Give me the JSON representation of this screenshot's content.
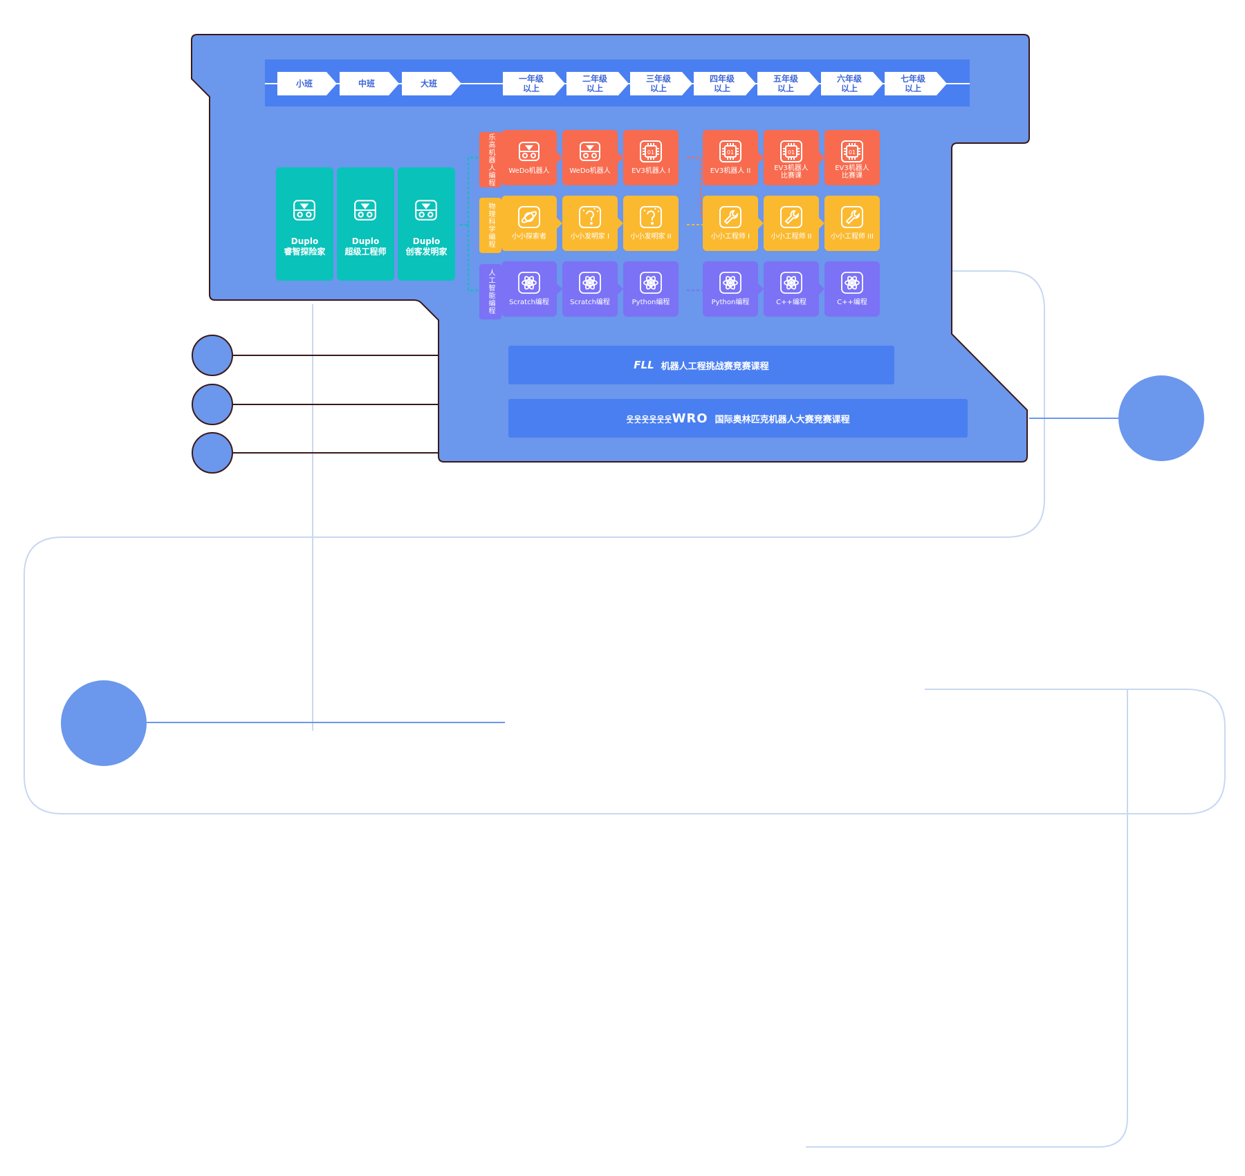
{
  "colors": {
    "panel": "#6b97ec",
    "panel_border": "#3a1818",
    "header_bar": "#4a7ff2",
    "duplo": "#09c2b9",
    "lego_row": "#f86b4f",
    "science_row": "#fbb92f",
    "ai_row": "#7b72f6",
    "circle": "#6b97ec",
    "thin_line": "#c8d8f2"
  },
  "grades": [
    "小班",
    "中班",
    "大班",
    "一年级\n以上",
    "二年级\n以上",
    "三年级\n以上",
    "四年级\n以上",
    "五年级\n以上",
    "六年级\n以上",
    "七年级\n以上"
  ],
  "row_labels": [
    "乐高机器人编程",
    "物理科学编程",
    "人工智能编程"
  ],
  "duplo_courses": [
    {
      "label": "Duplo\n睿智探险家",
      "icon": "robot-icon"
    },
    {
      "label": "Duplo\n超级工程师",
      "icon": "robot-icon"
    },
    {
      "label": "Duplo\n创客发明家",
      "icon": "robot-icon"
    }
  ],
  "lego_courses": [
    {
      "label": "WeDo机器人",
      "icon": "robot-icon"
    },
    {
      "label": "WeDo机器人",
      "icon": "robot-icon"
    },
    {
      "label": "EV3机器人 I",
      "icon": "chip-icon"
    },
    {
      "label": "EV3机器人 II",
      "icon": "chip-icon"
    },
    {
      "label": "EV3机器人\n比赛课",
      "icon": "chip-icon"
    },
    {
      "label": "EV3机器人\n比赛课",
      "icon": "chip-icon"
    }
  ],
  "science_courses": [
    {
      "label": "小小探索者",
      "icon": "planet-icon"
    },
    {
      "label": "小小发明家 I",
      "icon": "lightbulb-icon"
    },
    {
      "label": "小小发明家 II",
      "icon": "lightbulb-icon"
    },
    {
      "label": "小小工程师 I",
      "icon": "wrench-icon"
    },
    {
      "label": "小小工程师 II",
      "icon": "wrench-icon"
    },
    {
      "label": "小小工程师 III",
      "icon": "wrench-icon"
    }
  ],
  "ai_courses": [
    {
      "label": "Scratch编程",
      "icon": "atom-icon"
    },
    {
      "label": "Scratch编程",
      "icon": "atom-icon"
    },
    {
      "label": "Python编程",
      "icon": "atom-icon"
    },
    {
      "label": "Python编程",
      "icon": "atom-icon"
    },
    {
      "label": "C++编程",
      "icon": "atom-icon"
    },
    {
      "label": "C++编程",
      "icon": "atom-icon"
    }
  ],
  "competitions": [
    {
      "logo_text": "FLL",
      "label": "机器人工程挑战赛竞赛课程"
    },
    {
      "logo_text": "WRO",
      "label": "国际奥林匹克机器人大赛竞赛课程"
    }
  ]
}
